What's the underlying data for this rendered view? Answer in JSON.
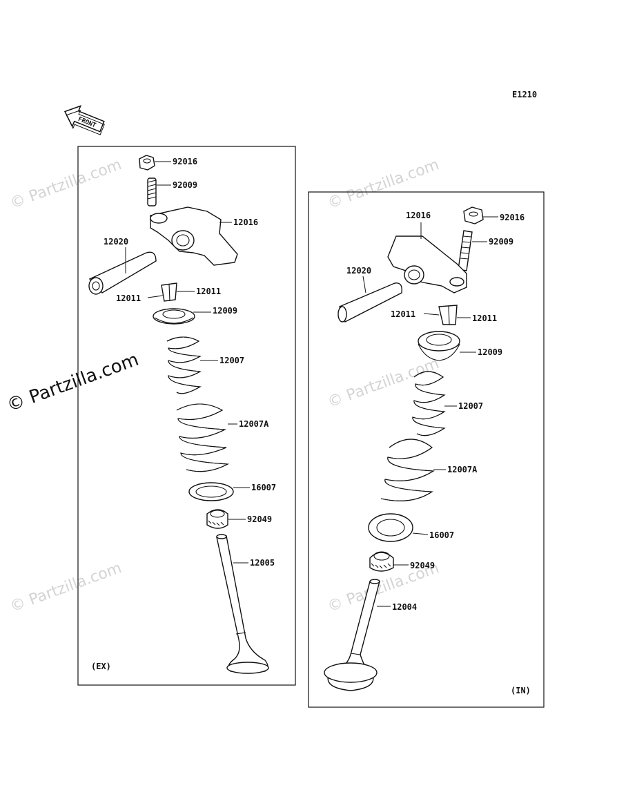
{
  "diagram_code": "E1210",
  "front_label": "FRONT",
  "watermark_text": "© Partzilla.com",
  "panels": {
    "exhaust": {
      "tag": "(EX)",
      "labels": {
        "nut": "92016",
        "adjuster": "92009",
        "rocker_arm": "12016",
        "shaft": "12020",
        "cotter_right": "12011",
        "cotter_left": "12011",
        "retainer": "12009",
        "inner_spring": "12007",
        "outer_spring": "12007A",
        "seat": "16007",
        "stem_seal": "92049",
        "valve": "12005"
      }
    },
    "intake": {
      "tag": "(IN)",
      "labels": {
        "rocker_arm": "12016",
        "nut": "92016",
        "adjuster": "92009",
        "shaft": "12020",
        "cotter_left": "12011",
        "cotter_right": "12011",
        "retainer": "12009",
        "inner_spring": "12007",
        "outer_spring": "12007A",
        "seat": "16007",
        "stem_seal": "92049",
        "valve": "12004"
      }
    }
  }
}
